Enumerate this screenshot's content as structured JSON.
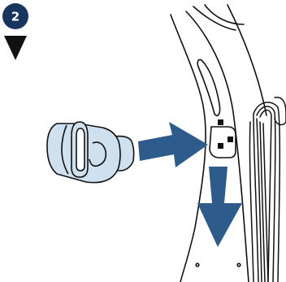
{
  "step": {
    "number": "2"
  },
  "colors": {
    "badge": "#17365f",
    "arrow": "#2d5b8c",
    "plug_fill": "#cfe0ef",
    "outline": "#111111"
  },
  "icons": {
    "step_badge": "step-number-badge",
    "step_pointer": "down-triangle-pointer",
    "insert_arrow": "right-arrow",
    "pull_arrow": "down-arrow",
    "plug": "power-plug",
    "socket": "power-socket",
    "cord": "coiled-cord"
  }
}
